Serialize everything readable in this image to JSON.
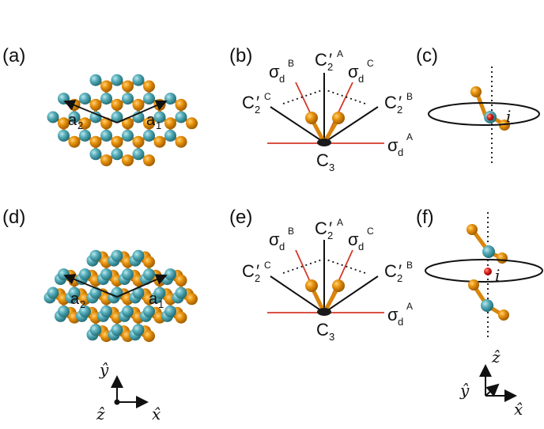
{
  "panels": {
    "a": "(a)",
    "b": "(b)",
    "c": "(c)",
    "d": "(d)",
    "e": "(e)",
    "f": "(f)"
  },
  "symmetry": {
    "C2": "C",
    "two": "2",
    "prime": "′",
    "A": "A",
    "B": "B",
    "C": "C",
    "sigma": "σ",
    "d": "d",
    "C3": "C",
    "three": "3",
    "inversion": "i"
  },
  "lattice": {
    "a": "a",
    "one": "1",
    "two": "2"
  },
  "axes": {
    "x": "x̂",
    "y": "ŷ",
    "z": "ẑ"
  },
  "colors": {
    "metal": "#4da6b3",
    "chalcogen": "#e8920c",
    "mirror_plane": "#d43a2a",
    "inversion_center": "#e0201b",
    "axis": "#1a1a1a"
  }
}
